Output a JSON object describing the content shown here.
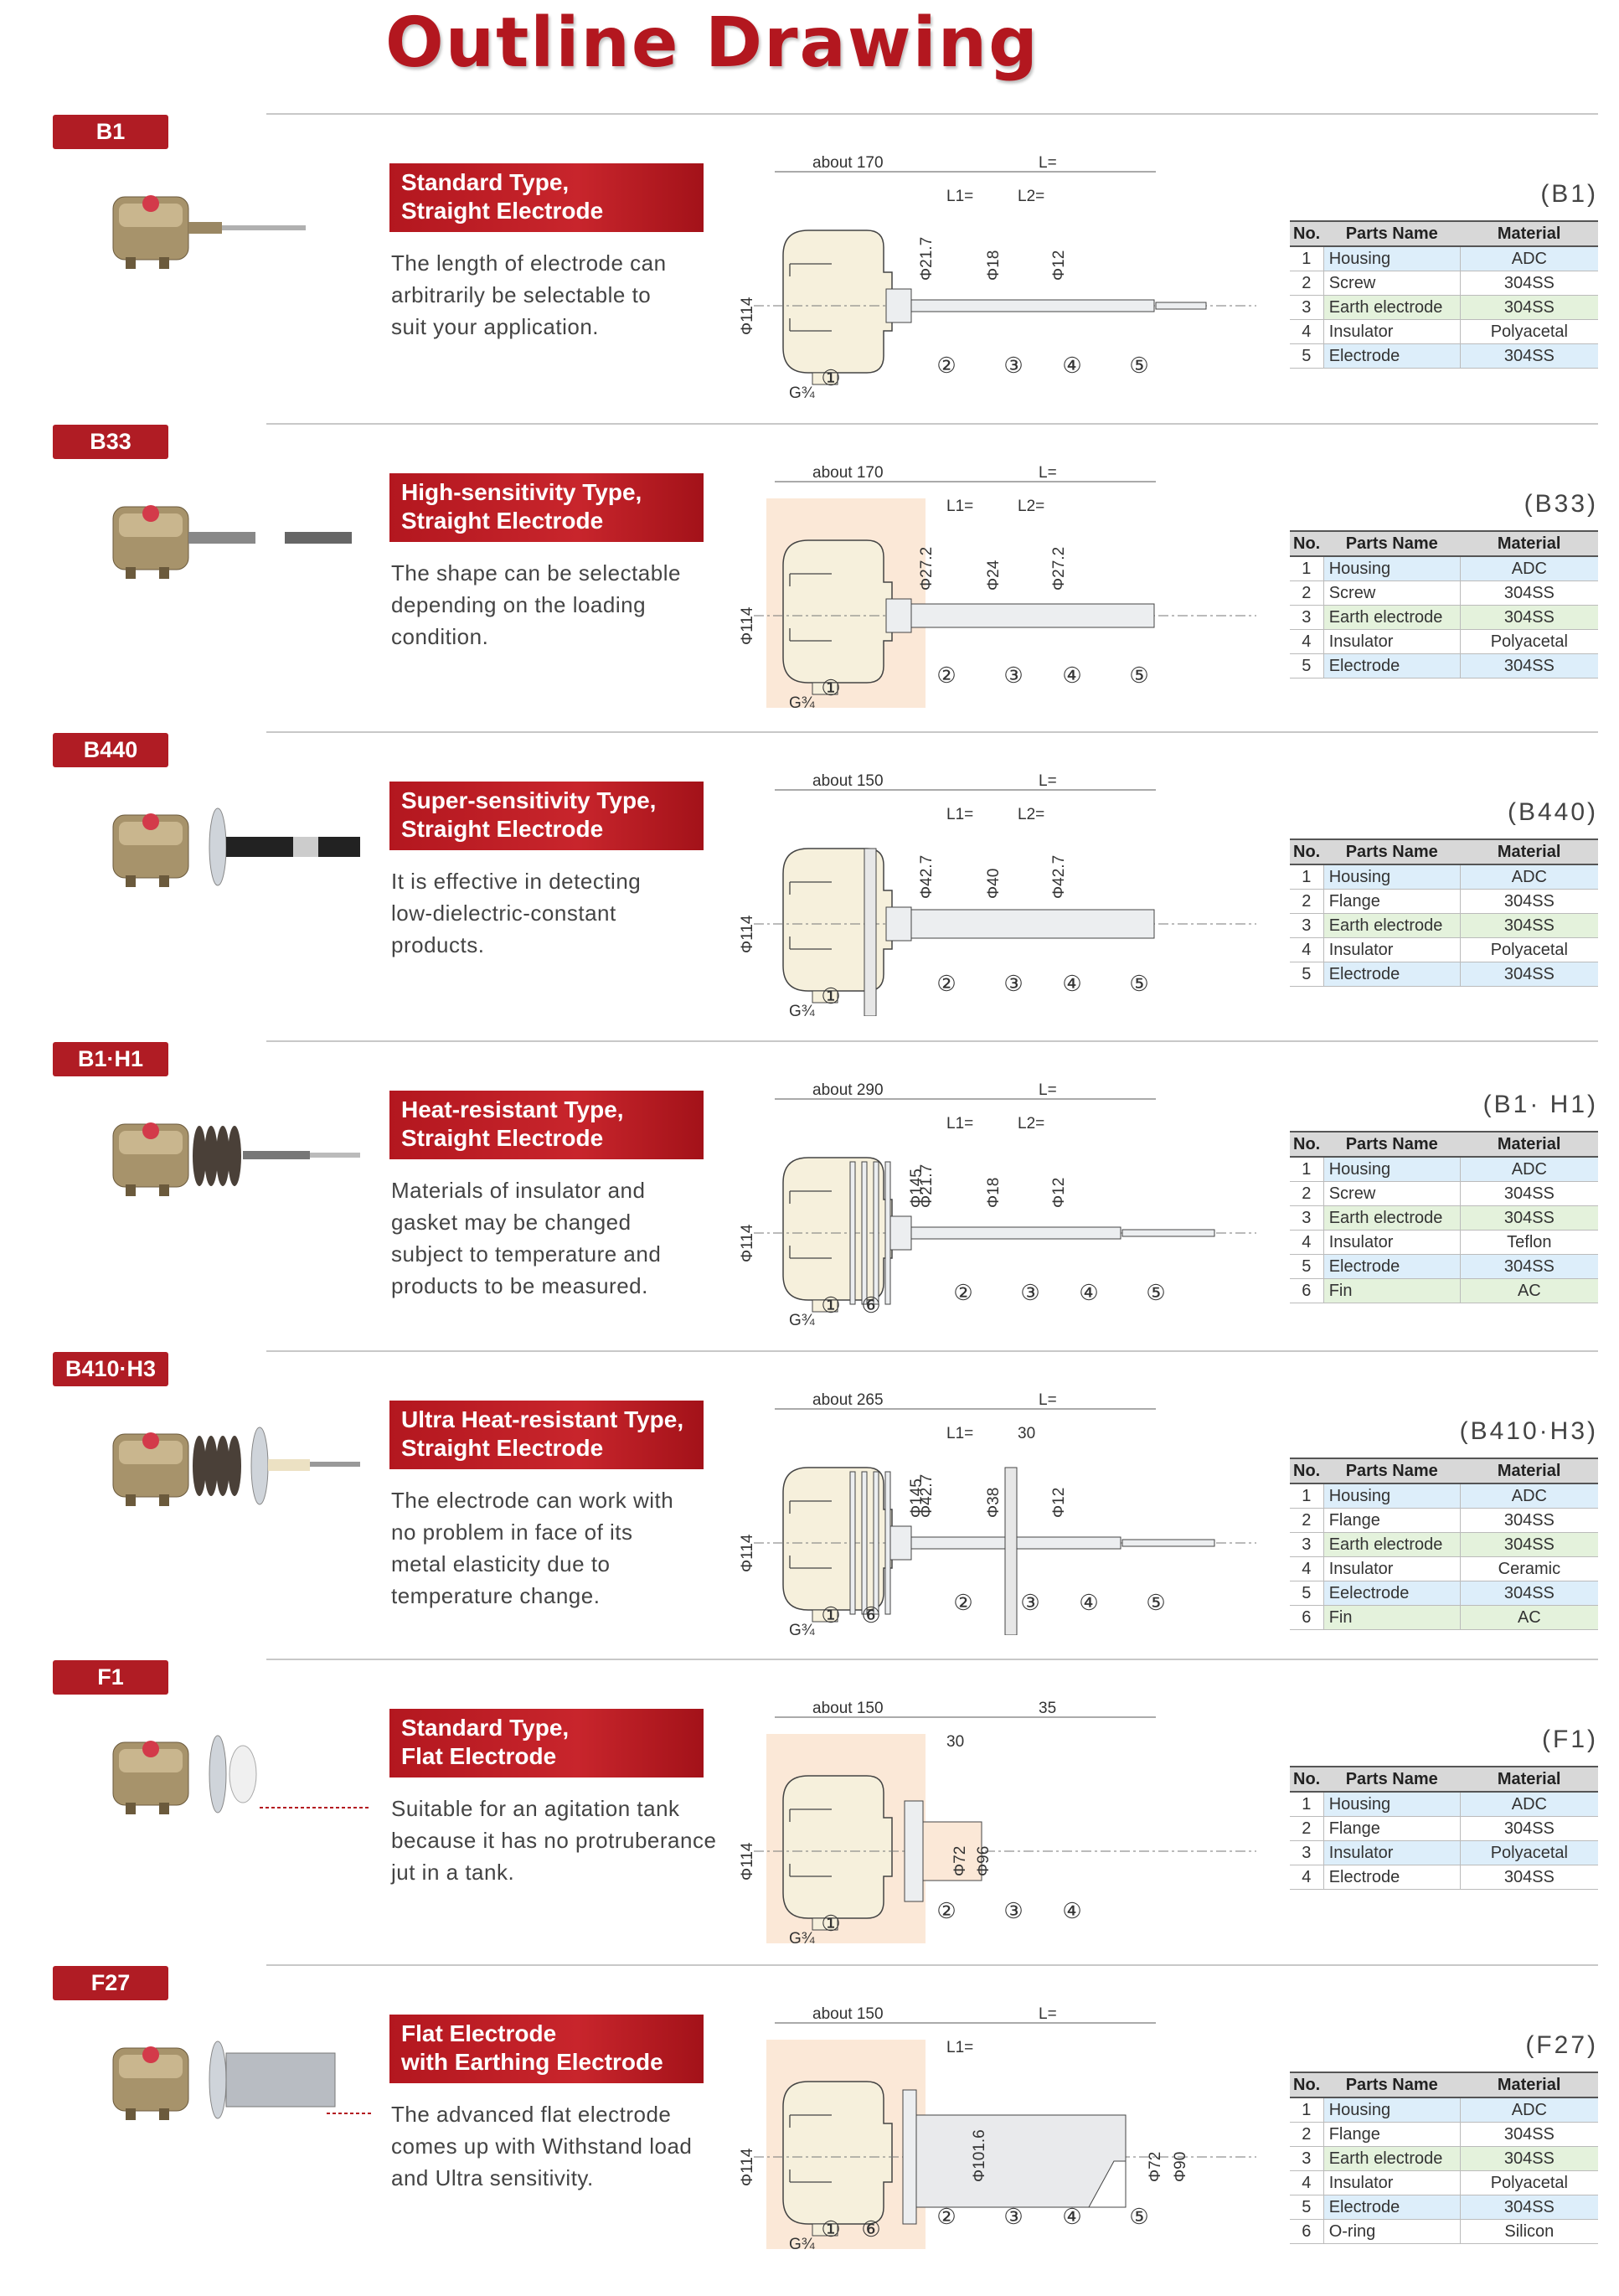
{
  "page_title": "Outline Drawing",
  "table_headers": {
    "no": "No.",
    "parts_name": "Parts Name",
    "material": "Material"
  },
  "common_labels": {
    "thread": "G¾",
    "dia114": "Φ114"
  },
  "sections": [
    {
      "tag": "B1",
      "banner": "Standard Type,\nStraight Electrode",
      "description": "The length of electrode can\narbitrarily be selectable to\nsuit your application.",
      "model_code": "(B1)",
      "dims": {
        "about": "about 170",
        "L": "L=",
        "L1": "L1=",
        "L2": "L2=",
        "d1": "Φ21.7",
        "d2": "Φ18",
        "d3": "Φ12"
      },
      "callouts": [
        "①",
        "②",
        "③",
        "④",
        "⑤"
      ],
      "parts": [
        {
          "no": "1",
          "name": "Housing",
          "material": "ADC"
        },
        {
          "no": "2",
          "name": "Screw",
          "material": "304SS"
        },
        {
          "no": "3",
          "name": "Earth electrode",
          "material": "304SS"
        },
        {
          "no": "4",
          "name": "Insulator",
          "material": "Polyacetal"
        },
        {
          "no": "5",
          "name": "Electrode",
          "material": "304SS"
        }
      ]
    },
    {
      "tag": "B33",
      "banner": "High-sensitivity Type,\nStraight  Electrode",
      "description": "The shape can be selectable\ndepending on the loading\ncondition.",
      "model_code": "(B33)",
      "dims": {
        "about": "about 170",
        "L": "L=",
        "L1": "L1=",
        "L2": "L2=",
        "d1": "Φ27.2",
        "d2": "Φ24",
        "d3": "Φ27.2"
      },
      "callouts": [
        "①",
        "②",
        "③",
        "④",
        "⑤"
      ],
      "parts": [
        {
          "no": "1",
          "name": "Housing",
          "material": "ADC"
        },
        {
          "no": "2",
          "name": "Screw",
          "material": "304SS"
        },
        {
          "no": "3",
          "name": "Earth electrode",
          "material": "304SS"
        },
        {
          "no": "4",
          "name": "Insulator",
          "material": "Polyacetal"
        },
        {
          "no": "5",
          "name": "Electrode",
          "material": "304SS"
        }
      ]
    },
    {
      "tag": "B440",
      "banner": "Super-sensitivity Type,\nStraight Electrode",
      "description": "It is effective in detecting\nlow-dielectric-constant\nproducts.",
      "model_code": "(B440)",
      "dims": {
        "about": "about 150",
        "L": "L=",
        "L1": "L1=",
        "L2": "L2=",
        "d1": "Φ42.7",
        "d2": "Φ40",
        "d3": "Φ42.7"
      },
      "callouts": [
        "①",
        "②",
        "③",
        "④",
        "⑤"
      ],
      "parts": [
        {
          "no": "1",
          "name": "Housing",
          "material": "ADC"
        },
        {
          "no": "2",
          "name": "Flange",
          "material": "304SS"
        },
        {
          "no": "3",
          "name": "Earth electrode",
          "material": "304SS"
        },
        {
          "no": "4",
          "name": "Insulator",
          "material": "Polyacetal"
        },
        {
          "no": "5",
          "name": "Electrode",
          "material": "304SS"
        }
      ]
    },
    {
      "tag": "B1·H1",
      "banner": "Heat-resistant Type,\nStraight   Electrode",
      "description": "Materials of insulator and\ngasket may be changed\nsubject to temperature and\nproducts to be measured.",
      "model_code": "(B1· H1)",
      "dims": {
        "about": "about 290",
        "L": "L=",
        "L1": "L1=",
        "L2": "L2=",
        "d1": "Φ21.7",
        "d2": "Φ18",
        "d3": "Φ12",
        "fin": "Φ145"
      },
      "callouts": [
        "①",
        "②",
        "③",
        "④",
        "⑤",
        "⑥"
      ],
      "parts": [
        {
          "no": "1",
          "name": "Housing",
          "material": "ADC"
        },
        {
          "no": "2",
          "name": "Screw",
          "material": "304SS"
        },
        {
          "no": "3",
          "name": "Earth electrode",
          "material": "304SS"
        },
        {
          "no": "4",
          "name": "Insulator",
          "material": "Teflon"
        },
        {
          "no": "5",
          "name": "Electrode",
          "material": "304SS"
        },
        {
          "no": "6",
          "name": "Fin",
          "material": "AC"
        }
      ]
    },
    {
      "tag": "B410·H3",
      "banner": "Ultra Heat-resistant  Type,\nStraight Electrode",
      "description": "The electrode can work with\nno problem in face of  its\nmetal elasticity due to\ntemperature change.",
      "model_code": "(B410·H3)",
      "dims": {
        "about": "about 265",
        "L": "L=",
        "L1": "L1=",
        "L2": "30",
        "d1": "Φ42.7",
        "d2": "Φ38",
        "d3": "Φ12",
        "fin": "Φ145"
      },
      "callouts": [
        "①",
        "②",
        "③",
        "④",
        "⑤",
        "⑥"
      ],
      "parts": [
        {
          "no": "1",
          "name": "Housing",
          "material": "ADC"
        },
        {
          "no": "2",
          "name": "Flange",
          "material": "304SS"
        },
        {
          "no": "3",
          "name": "Earth electrode",
          "material": "304SS"
        },
        {
          "no": "4",
          "name": "Insulator",
          "material": "Ceramic"
        },
        {
          "no": "5",
          "name": "Eelectrode",
          "material": "304SS"
        },
        {
          "no": "6",
          "name": "Fin",
          "material": "AC"
        }
      ]
    },
    {
      "tag": "F1",
      "banner": "Standard Type,\nFlat Electrode",
      "description": "Suitable for an agitation tank\nbecause it has no protruberance\njut in a tank.",
      "model_code": "(F1)",
      "dims": {
        "about": "about 150",
        "L": "35",
        "L1": "30",
        "d1": "Φ72",
        "d2": "Φ96"
      },
      "callouts": [
        "①",
        "②",
        "③",
        "④"
      ],
      "parts": [
        {
          "no": "1",
          "name": "Housing",
          "material": "ADC"
        },
        {
          "no": "2",
          "name": "Flange",
          "material": "304SS"
        },
        {
          "no": "3",
          "name": "Insulator",
          "material": "Polyacetal"
        },
        {
          "no": "4",
          "name": "Electrode",
          "material": "304SS"
        }
      ]
    },
    {
      "tag": "F27",
      "banner": "Flat Electrode\n   with Earthing Electrode",
      "description": "The advanced flat electrode\ncomes up with Withstand load\nand Ultra sensitivity.",
      "model_code": "(F27)",
      "dims": {
        "about": "about 150",
        "L": "L=",
        "L1": "L1=",
        "d1": "Φ101.6",
        "d2": "Φ72",
        "d3": "Φ90"
      },
      "callouts": [
        "①",
        "②",
        "③",
        "④",
        "⑤",
        "⑥"
      ],
      "parts": [
        {
          "no": "1",
          "name": "Housing",
          "material": "ADC"
        },
        {
          "no": "2",
          "name": "Flange",
          "material": "304SS"
        },
        {
          "no": "3",
          "name": "Earth electrode",
          "material": "304SS"
        },
        {
          "no": "4",
          "name": "Insulator",
          "material": "Polyacetal"
        },
        {
          "no": "5",
          "name": "Electrode",
          "material": "304SS"
        },
        {
          "no": "6",
          "name": "O-ring",
          "material": "Silicon"
        }
      ]
    }
  ]
}
